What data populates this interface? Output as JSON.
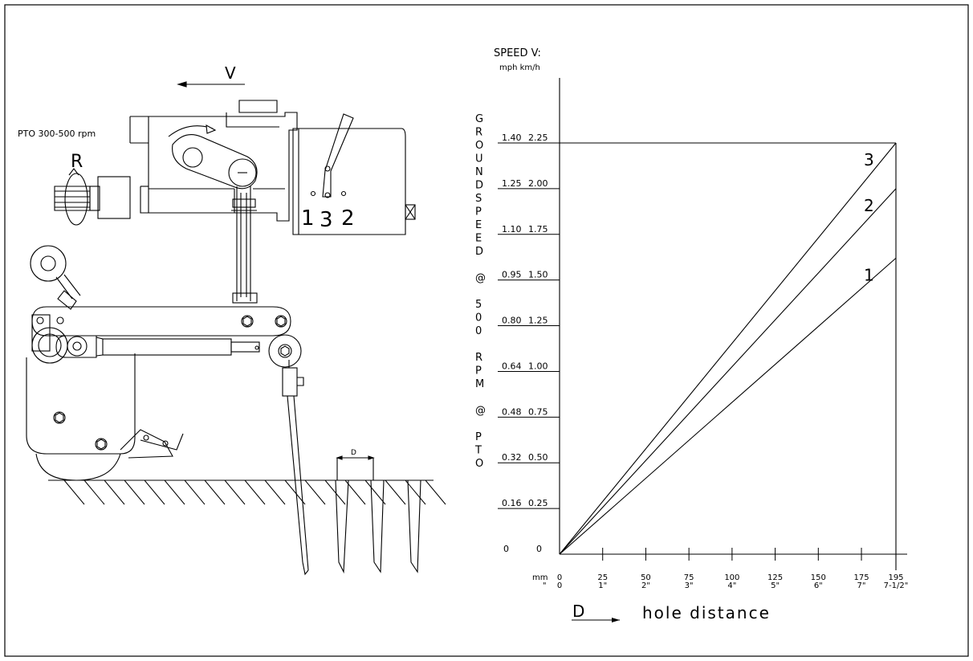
{
  "machine": {
    "speed_arrow_label": "V",
    "pto_label": "PTO 300-500 rpm",
    "rotation_label": "R",
    "gear_positions": [
      "1",
      "3",
      "2"
    ],
    "hole_distance_marker": "D"
  },
  "chart_data": {
    "type": "line",
    "title": "SPEED V:",
    "units_header": "mph km/h",
    "vertical_label": [
      "G",
      "R",
      "O",
      "U",
      "N",
      "D",
      "S",
      "P",
      "E",
      "E",
      "D",
      "",
      "@",
      "",
      "5",
      "0",
      "0",
      "",
      "R",
      "P",
      "M",
      "",
      "@",
      "",
      "P",
      "T",
      "O"
    ],
    "y_ticks": [
      {
        "mph": "0",
        "kmh": "0",
        "value": 0
      },
      {
        "mph": "0.16",
        "kmh": "0.25",
        "value": 0.25
      },
      {
        "mph": "0.32",
        "kmh": "0.50",
        "value": 0.5
      },
      {
        "mph": "0.48",
        "kmh": "0.75",
        "value": 0.75
      },
      {
        "mph": "0.64",
        "kmh": "1.00",
        "value": 1.0
      },
      {
        "mph": "0.80",
        "kmh": "1.25",
        "value": 1.25
      },
      {
        "mph": "0.95",
        "kmh": "1.50",
        "value": 1.5
      },
      {
        "mph": "1.10",
        "kmh": "1.75",
        "value": 1.75
      },
      {
        "mph": "1.25",
        "kmh": "2.00",
        "value": 2.0
      },
      {
        "mph": "1.40",
        "kmh": "2.25",
        "value": 2.25
      }
    ],
    "x_unit_labels": {
      "mm": "mm",
      "inch": "\""
    },
    "x_ticks": [
      {
        "mm": "0",
        "inch": "0",
        "value": 0
      },
      {
        "mm": "25",
        "inch": "1\"",
        "value": 25
      },
      {
        "mm": "50",
        "inch": "2\"",
        "value": 50
      },
      {
        "mm": "75",
        "inch": "3\"",
        "value": 75
      },
      {
        "mm": "100",
        "inch": "4\"",
        "value": 100
      },
      {
        "mm": "125",
        "inch": "5\"",
        "value": 125
      },
      {
        "mm": "150",
        "inch": "6\"",
        "value": 150
      },
      {
        "mm": "175",
        "inch": "7\"",
        "value": 175
      },
      {
        "mm": "195",
        "inch": "7-1/2\"",
        "value": 195
      }
    ],
    "xlim": [
      0,
      195
    ],
    "ylim": [
      0,
      2.25
    ],
    "series": [
      {
        "name": "3",
        "x": [
          0,
          195
        ],
        "y": [
          0,
          2.25
        ]
      },
      {
        "name": "2",
        "x": [
          0,
          195
        ],
        "y": [
          0,
          2.0
        ]
      },
      {
        "name": "1",
        "x": [
          0,
          195
        ],
        "y": [
          0,
          1.62
        ]
      }
    ],
    "xlabel_symbol": "D",
    "xlabel": "hole distance",
    "grid": false
  }
}
